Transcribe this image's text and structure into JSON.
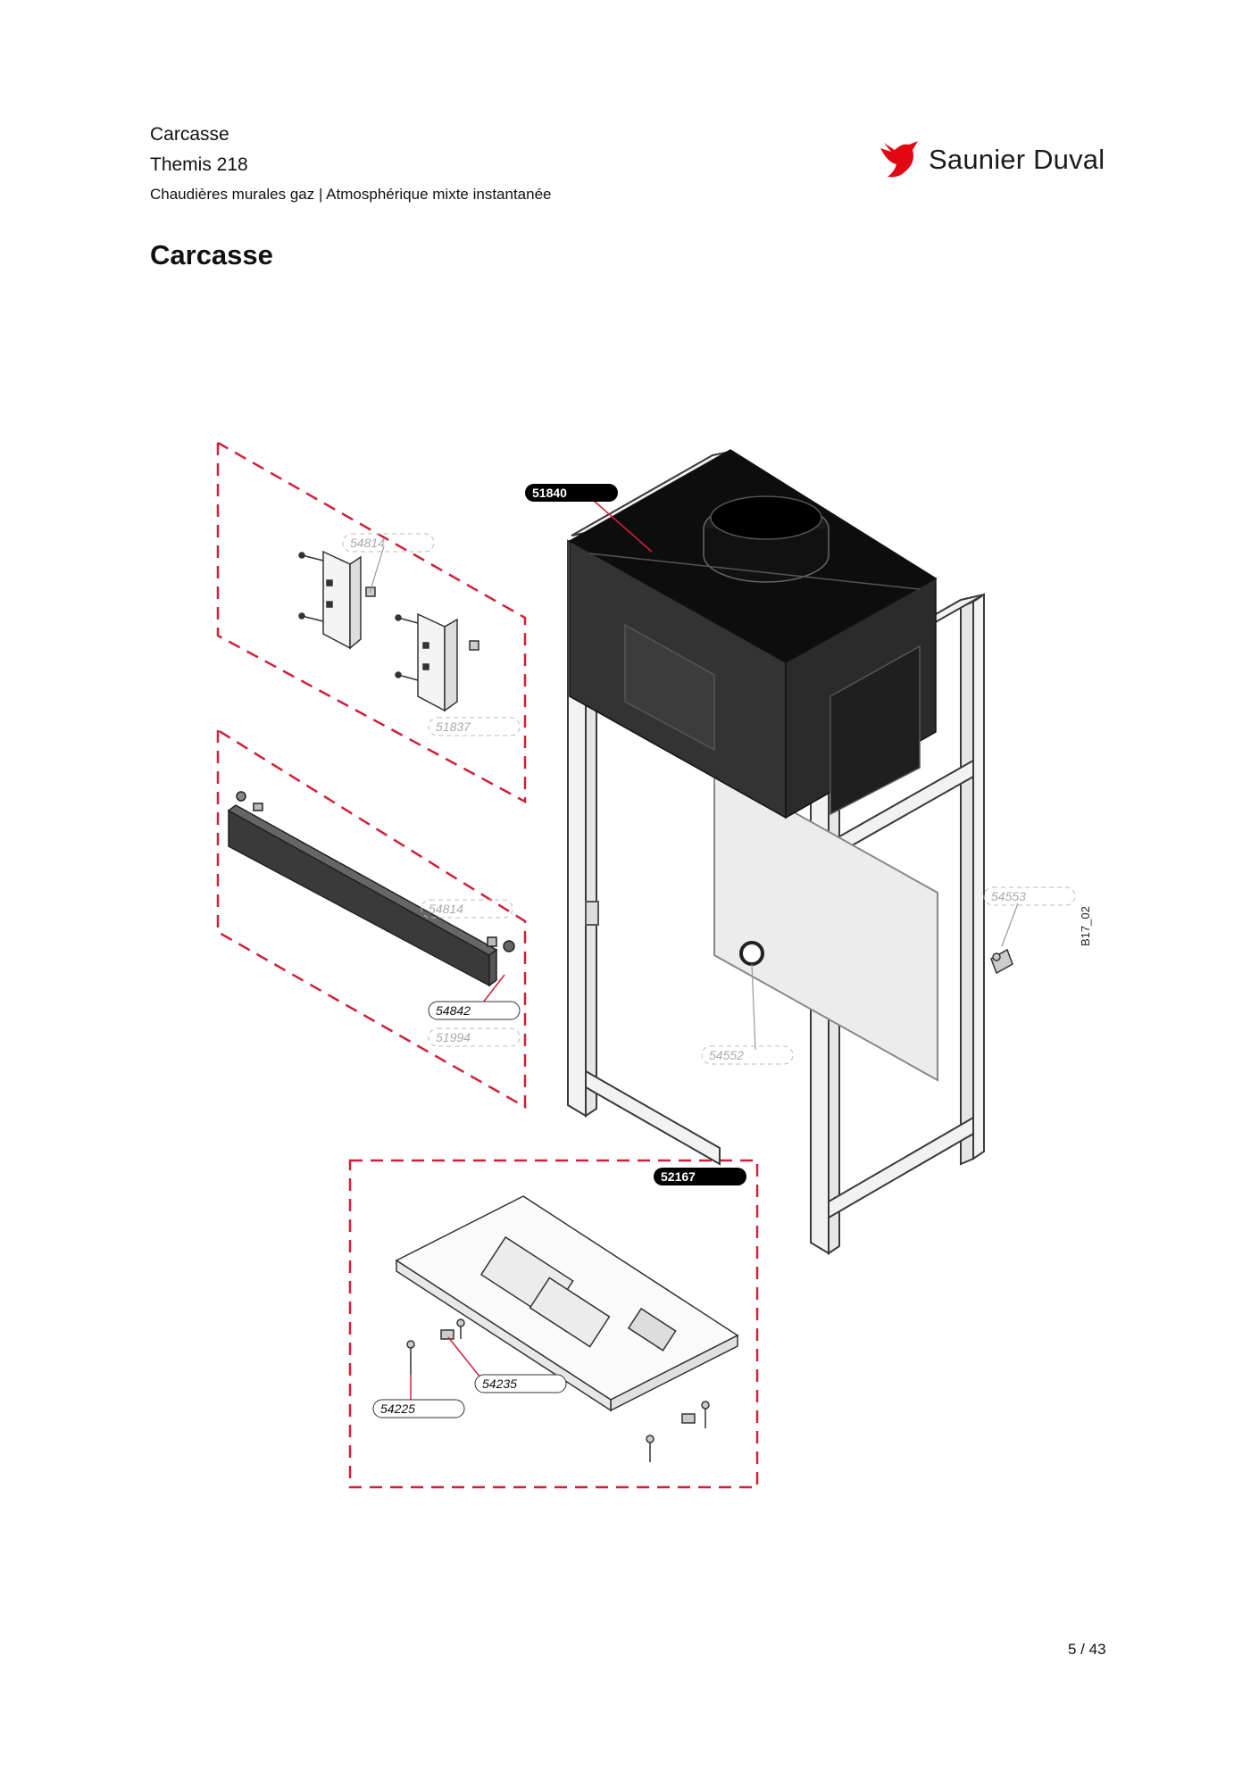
{
  "header": {
    "section": "Carcasse",
    "model": "Themis 218",
    "category": "Chaudières murales gaz | Atmosphérique mixte instantanée"
  },
  "brand": {
    "name": "Saunier Duval",
    "color": "#e30613"
  },
  "title": "Carcasse",
  "diagram": {
    "code": "B17_02",
    "callouts": {
      "c51840": "51840",
      "c54814a": "54814",
      "c51837": "51837",
      "c54814b": "54814",
      "c54842": "54842",
      "c51994": "51994",
      "c54553": "54553",
      "c54552": "54552",
      "c52167": "52167",
      "c54235": "54235",
      "c54225": "54225"
    }
  },
  "footer": {
    "page": "5 / 43"
  },
  "colors": {
    "dash_red": "#d0203a",
    "part_dark": "#2a2a2a",
    "line": "#3a3a3a"
  }
}
